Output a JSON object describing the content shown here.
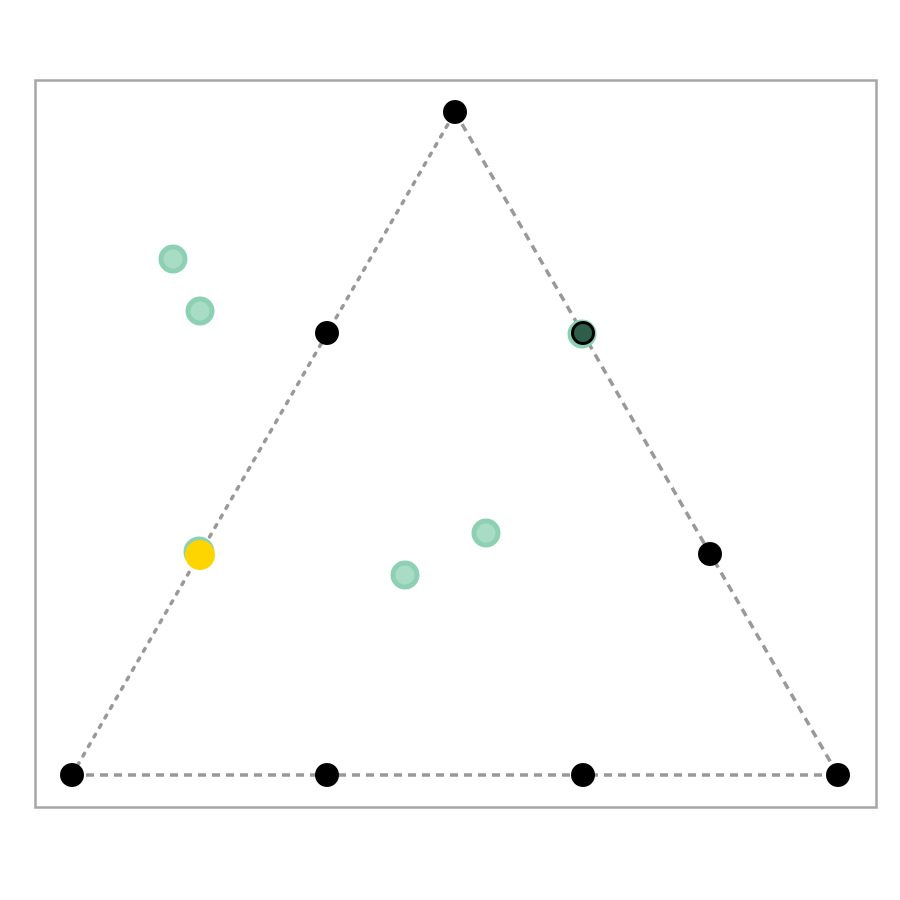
{
  "colors": {
    "background": "#ffffff",
    "frame": "#a6a6a6",
    "edge": "#999999",
    "vertex": "#000000",
    "point_fill": "#a8dcc4",
    "point_ring": "#8dd0b3",
    "highlight_dark": "#2e5e4a",
    "highlight_yellow": "#ffd500"
  },
  "diagram": {
    "triangle": {
      "corners": [
        "left",
        "right",
        "apex"
      ],
      "edges": [
        {
          "id": "base",
          "from": "left",
          "to": "right",
          "style": "dashed"
        },
        {
          "id": "left-side",
          "from": "left",
          "to": "apex",
          "style": "dotted"
        },
        {
          "id": "right-side",
          "from": "apex",
          "to": "right",
          "style": "dashed"
        }
      ]
    },
    "vertex_count": 9,
    "sample_point_count": 6,
    "highlighted": [
      {
        "name": "dark-green",
        "color": "#2e5e4a"
      },
      {
        "name": "yellow",
        "color": "#ffd500"
      }
    ]
  }
}
